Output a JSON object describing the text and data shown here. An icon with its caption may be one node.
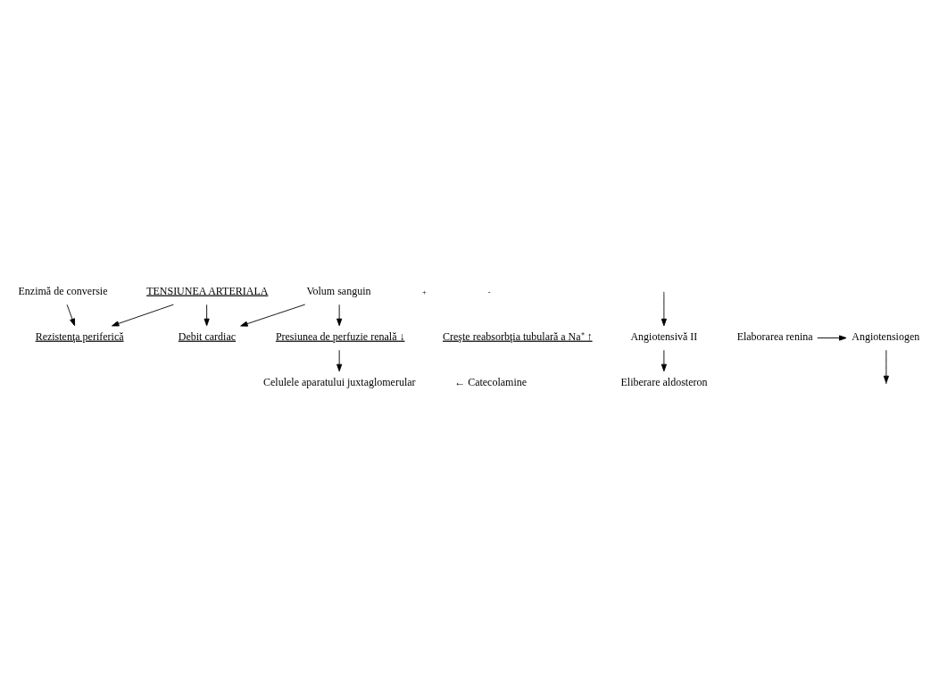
{
  "diagram": {
    "nodes": [
      {
        "text": [
          "TENSIUNEA ARTERIALA"
        ]
      },
      {
        "text": [
          "Rezistenţa periferică"
        ]
      },
      {
        "text": [
          "Debit cardiac"
        ]
      },
      {
        "text": [
          "Volum sanguin"
        ]
      },
      {
        "text": [
          "Creşte reabsorbţia tubulară a Na⁺ ↑"
        ]
      },
      {
        "text": [
          "Presiunea de perfuzie renală ↓"
        ]
      },
      {
        "text": [
          "Eliberare aldosteron"
        ]
      },
      {
        "text": [
          "Celulele aparatului juxtaglomerular"
        ]
      },
      {
        "text": [
          "Angiotensivă II"
        ]
      },
      {
        "text": [
          "Angiotensiogen"
        ]
      },
      {
        "text": [
          "Elaborarea renina"
        ]
      },
      {
        "text": [
          "Enzimă de conversie"
        ]
      }
    ],
    "edges": [
      {
        "from": 0,
        "to": 1,
        "arrow": "to"
      },
      {
        "from": 0,
        "to": 2,
        "arrow": "to"
      },
      {
        "from": 3,
        "to": 2,
        "arrow": "to"
      },
      {
        "from": 3,
        "to": 5,
        "arrow": "to"
      },
      {
        "from": 5,
        "to": 7,
        "arrow": "to"
      },
      {
        "from": 8,
        "to": 6,
        "arrow": "to"
      },
      {
        "from": 11,
        "to": 1,
        "arrow": "to"
      },
      {
        "from": 10,
        "to": 9,
        "arrow": "to"
      },
      {
        "from": 9,
        "to": null,
        "arrow": "to"
      },
      {
        "from": null,
        "to": 8,
        "arrow": "to"
      }
    ],
    "labels": [
      "+",
      "-",
      "← Catecolamine"
    ]
  }
}
